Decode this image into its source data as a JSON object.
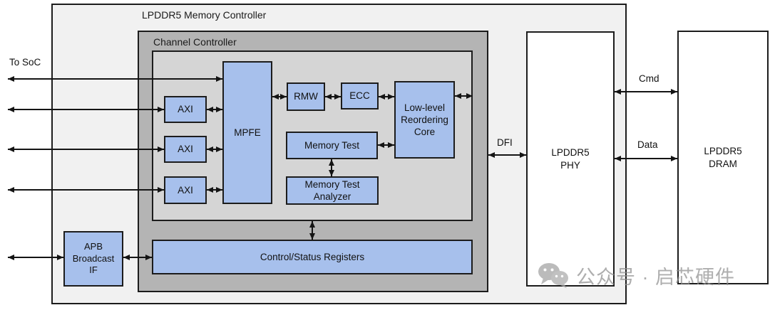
{
  "containers": {
    "memory_controller": "LPDDR5 Memory Controller",
    "channel_controller": "Channel Controller"
  },
  "blocks": {
    "axi_1": "AXI",
    "axi_2": "AXI",
    "axi_3": "AXI",
    "mpfe": "MPFE",
    "rmw": "RMW",
    "ecc": "ECC",
    "reordering_core": "Low-level\nReordering\nCore",
    "memory_test": "Memory Test",
    "memory_test_analyzer": "Memory Test\nAnalyzer",
    "control_status_registers": "Control/Status Registers",
    "apb_broadcast_if": "APB\nBroadcast\nIF",
    "lpddr5_phy": "LPDDR5\nPHY",
    "lpddr5_dram": "LPDDR5\nDRAM"
  },
  "labels": {
    "to_soc": "To SoC",
    "dfi": "DFI",
    "cmd": "Cmd",
    "data": "Data"
  },
  "watermark": {
    "icon": "wechat-icon",
    "text": "公众号 · 启芯硬件"
  },
  "colors": {
    "block_blue": "#a7c0ec",
    "outer_gray": "#f1f1f1",
    "channel_gray": "#b4b4b4",
    "inner_gray": "#d5d5d5",
    "border_black": "#1c1c1c",
    "watermark_gray": "#8f8f8f"
  }
}
